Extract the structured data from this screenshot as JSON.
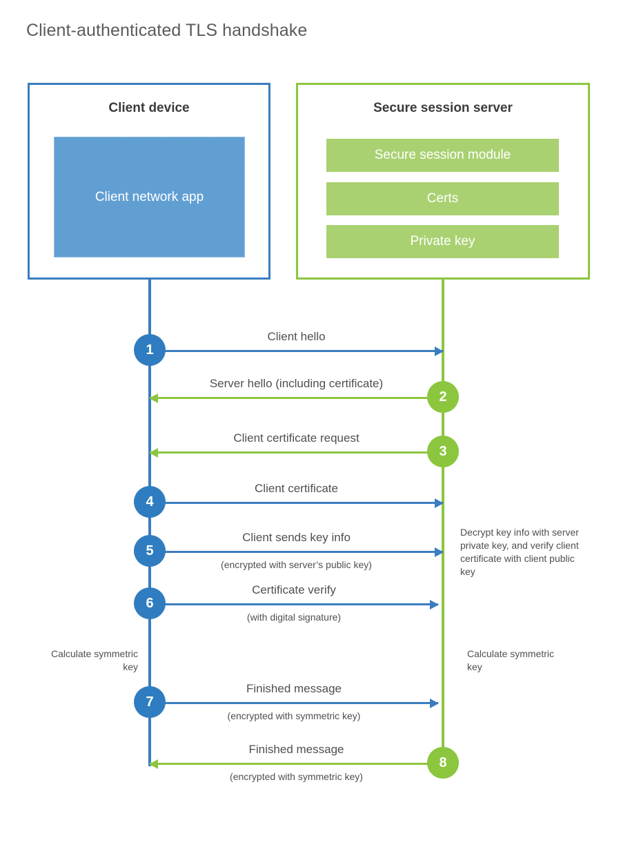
{
  "title": "Client-authenticated TLS handshake",
  "colors": {
    "client_blue": "#3a7dbf",
    "client_app_fill": "#619fd3",
    "server_green": "#8cc63f",
    "server_bar_fill": "#a9d171",
    "badge_blue": "#2f7dc0",
    "badge_green": "#8cc63f",
    "text": "#4f4f4f",
    "title_text": "#5b5b5b",
    "background": "#ffffff"
  },
  "actors": {
    "client": {
      "title": "Client device",
      "app_label": "Client network app"
    },
    "server": {
      "title": "Secure session server",
      "modules": [
        "Secure session module",
        "Certs",
        "Private key"
      ]
    }
  },
  "chart_data": {
    "type": "sequence-diagram",
    "title": "Client-authenticated TLS handshake",
    "participants": [
      "Client device",
      "Secure session server"
    ],
    "steps": [
      {
        "number": "1",
        "label": "Client hello",
        "sublabel": "",
        "direction": "client-to-server",
        "color": "#3a7dbf"
      },
      {
        "number": "2",
        "label": "Server hello (including certificate)",
        "sublabel": "",
        "direction": "server-to-client",
        "color": "#8cc63f"
      },
      {
        "number": "3",
        "label": "Client certificate request",
        "sublabel": "",
        "direction": "server-to-client",
        "color": "#8cc63f"
      },
      {
        "number": "4",
        "label": "Client certificate",
        "sublabel": "",
        "direction": "client-to-server",
        "color": "#3a7dbf"
      },
      {
        "number": "5",
        "label": "Client sends key info",
        "sublabel": "(encrypted with server’s public key)",
        "direction": "client-to-server",
        "color": "#3a7dbf"
      },
      {
        "number": "6",
        "label": "Certificate verify",
        "sublabel": "(with digital signature)",
        "direction": "client-to-server",
        "color": "#3a7dbf"
      },
      {
        "number": "7",
        "label": "Finished message",
        "sublabel": "(encrypted with symmetric key)",
        "direction": "client-to-server",
        "color": "#3a7dbf"
      },
      {
        "number": "8",
        "label": "Finished message",
        "sublabel": "(encrypted with symmetric key)",
        "direction": "server-to-client",
        "color": "#8cc63f"
      }
    ],
    "annotations": [
      {
        "side": "server",
        "text": "Decrypt key info with server private key, and verify client certificate with client public key"
      },
      {
        "side": "client",
        "text": "Calculate symmetric key"
      },
      {
        "side": "server",
        "text": "Calculate symmetric key"
      }
    ]
  },
  "notes": {
    "server_decrypt": "Decrypt key info with server private key, and verify client certificate with client public key",
    "client_calc": "Calculate symmetric key",
    "server_calc": "Calculate symmetric key"
  }
}
